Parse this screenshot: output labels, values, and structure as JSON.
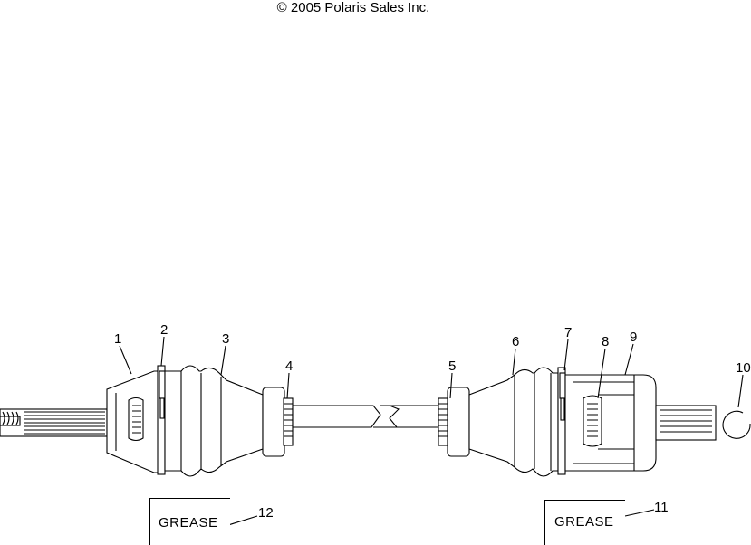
{
  "copyright": "© 2005 Polaris Sales Inc.",
  "callouts": [
    "1",
    "2",
    "3",
    "4",
    "5",
    "6",
    "7",
    "8",
    "9",
    "10",
    "11",
    "12"
  ],
  "grease_labels": {
    "left": "GREASE",
    "right": "GREASE"
  }
}
